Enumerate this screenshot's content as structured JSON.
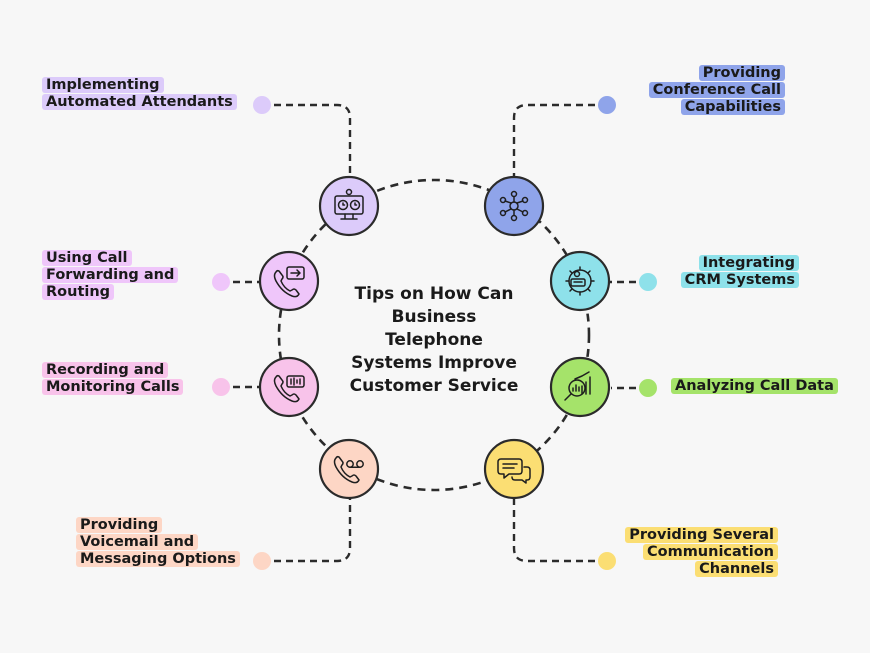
{
  "title": [
    "Tips on How Can",
    "Business",
    "Telephone",
    "Systems Improve",
    "Customer Service"
  ],
  "colors": {
    "background": "#f7f7f7",
    "purple": "#e3c8fb",
    "lavender": "#d6c6f8",
    "pink": "#f8c3ea",
    "peach": "#fdd6c5",
    "blue": "#8fa4ea",
    "cyan": "#8ee1ea",
    "green": "#a5e36a",
    "yellow": "#fbde73"
  },
  "nodes": [
    {
      "id": "automated-attendants",
      "label": [
        "Implementing",
        "Automated Attendants"
      ],
      "color": "#dccbfa",
      "icon": "monitor-clock-icon"
    },
    {
      "id": "conference-call",
      "label": [
        "Providing",
        "Conference Call",
        "Capabilities"
      ],
      "color": "#8fa4ea",
      "icon": "team-network-icon"
    },
    {
      "id": "crm-systems",
      "label": [
        "Integrating",
        "CRM Systems"
      ],
      "color": "#8ee1ea",
      "icon": "crm-gear-icon"
    },
    {
      "id": "call-data",
      "label": [
        "Analyzing Call Data"
      ],
      "color": "#a5e36a",
      "icon": "magnifier-chart-icon"
    },
    {
      "id": "communication-channels",
      "label": [
        "Providing Several",
        "Communication",
        "Channels"
      ],
      "color": "#fbde73",
      "icon": "chat-bubbles-icon"
    },
    {
      "id": "voicemail",
      "label": [
        "Providing",
        "Voicemail and",
        "Messaging Options"
      ],
      "color": "#fdd6c5",
      "icon": "phone-voicemail-icon"
    },
    {
      "id": "recording",
      "label": [
        "Recording and",
        "Monitoring Calls"
      ],
      "color": "#f8c3ea",
      "icon": "phone-recording-icon"
    },
    {
      "id": "forwarding",
      "label": [
        "Using Call",
        "Forwarding and",
        "Routing"
      ],
      "color": "#efc6fa",
      "icon": "phone-forward-icon"
    }
  ]
}
